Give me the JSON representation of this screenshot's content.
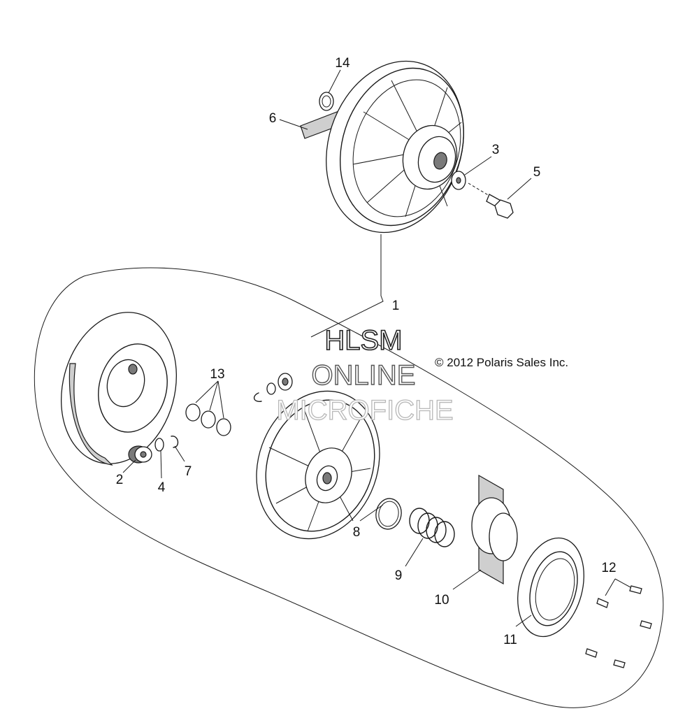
{
  "watermark": {
    "line1": "HLSM",
    "line2": "ONLINE",
    "line3": "MICROFICHE"
  },
  "copyright": "© 2012 Polaris Sales Inc.",
  "callouts": {
    "c1": "1",
    "c2": "2",
    "c3": "3",
    "c4": "4",
    "c5": "5",
    "c6": "6",
    "c7": "7",
    "c8": "8",
    "c9": "9",
    "c10": "10",
    "c11": "11",
    "c12": "12",
    "c13": "13",
    "c14": "14"
  }
}
